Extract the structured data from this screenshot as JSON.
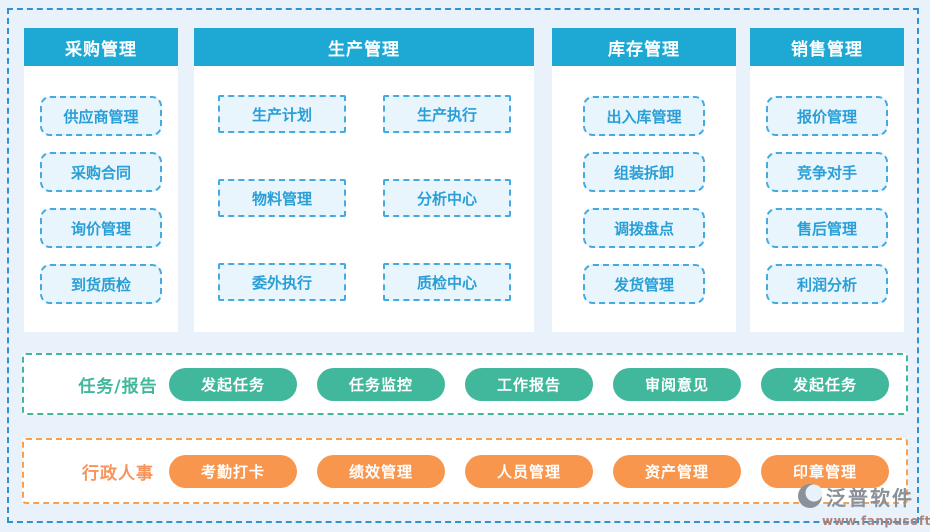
{
  "page": {
    "background": "#e9f2fb",
    "outer_border_color": "#3093cf",
    "header_bg": "#1ea9d4",
    "module_box_bg": "#e9f5fd",
    "module_box_border": "#46a9df",
    "module_text_color": "#2a9fd6",
    "tasks_accent": "#41b79c",
    "hr_accent": "#f8964e"
  },
  "panels": [
    {
      "title": "采购管理",
      "items": [
        "供应商管理",
        "采购合同",
        "询价管理",
        "到货质检"
      ]
    },
    {
      "title": "生产管理",
      "items": [
        "生产计划",
        "生产执行",
        "物料管理",
        "分析中心",
        "委外执行",
        "质检中心"
      ]
    },
    {
      "title": "库存管理",
      "items": [
        "出入库管理",
        "组装拆卸",
        "调拨盘点",
        "发货管理"
      ]
    },
    {
      "title": "销售管理",
      "items": [
        "报价管理",
        "竞争对手",
        "售后管理",
        "利润分析"
      ]
    }
  ],
  "bands": [
    {
      "label": "任务/报告",
      "buttons": [
        "发起任务",
        "任务监控",
        "工作报告",
        "审阅意见",
        "发起任务"
      ]
    },
    {
      "label": "行政人事",
      "buttons": [
        "考勤打卡",
        "绩效管理",
        "人员管理",
        "资产管理",
        "印章管理"
      ]
    }
  ],
  "brand": {
    "name": "泛普软件",
    "url": "www.fanpusoft.com"
  }
}
